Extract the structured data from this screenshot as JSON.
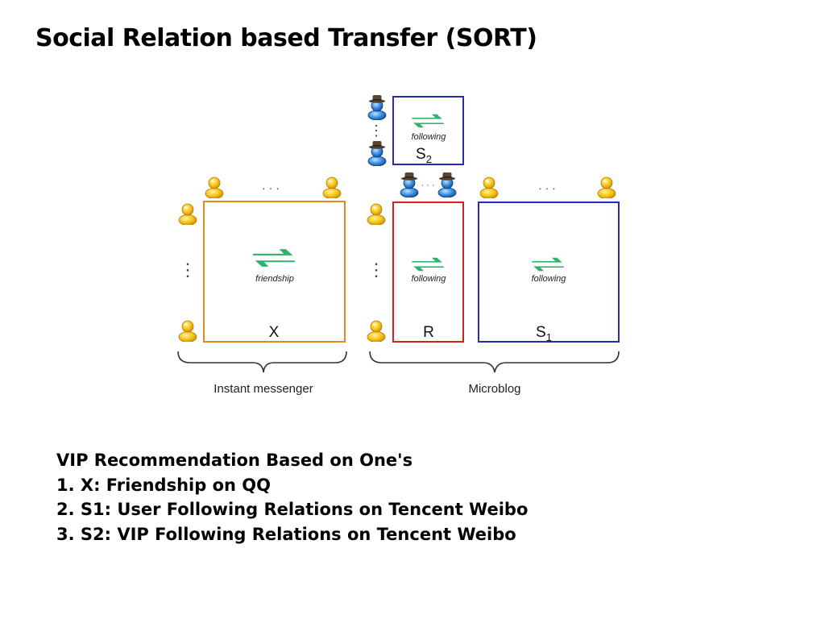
{
  "slide": {
    "title": "Social Relation based Transfer (SORT)"
  },
  "diagram": {
    "matrices": [
      {
        "id": "X",
        "symbol": "X",
        "subscript": "",
        "relation": "friendship",
        "border_color": "#e08a1e"
      },
      {
        "id": "R",
        "symbol": "R",
        "subscript": "",
        "relation": "following",
        "border_color": "#d62020"
      },
      {
        "id": "S1",
        "symbol": "S",
        "subscript": "1",
        "relation": "following",
        "border_color": "#2a2ab0"
      },
      {
        "id": "S2",
        "symbol": "S",
        "subscript": "2",
        "relation": "following",
        "border_color": "#2a2ab0"
      }
    ],
    "groups": [
      {
        "label": "Instant messenger"
      },
      {
        "label": "Microblog"
      }
    ],
    "ellipsis_h": "· · ·",
    "ellipsis_v": "⋮",
    "arrow_color": "#2fb36a",
    "user_icon_color": "#f2b705",
    "vip_icon_color": "#2e7fd6",
    "vip_hat_color": "#4a3a2a"
  },
  "notes": {
    "lines": [
      "VIP Recommendation Based on One's",
      "1. X:  Friendship on QQ",
      "2. S1: User Following Relations on Tencent Weibo",
      "3. S2: VIP Following Relations on Tencent Weibo"
    ]
  }
}
